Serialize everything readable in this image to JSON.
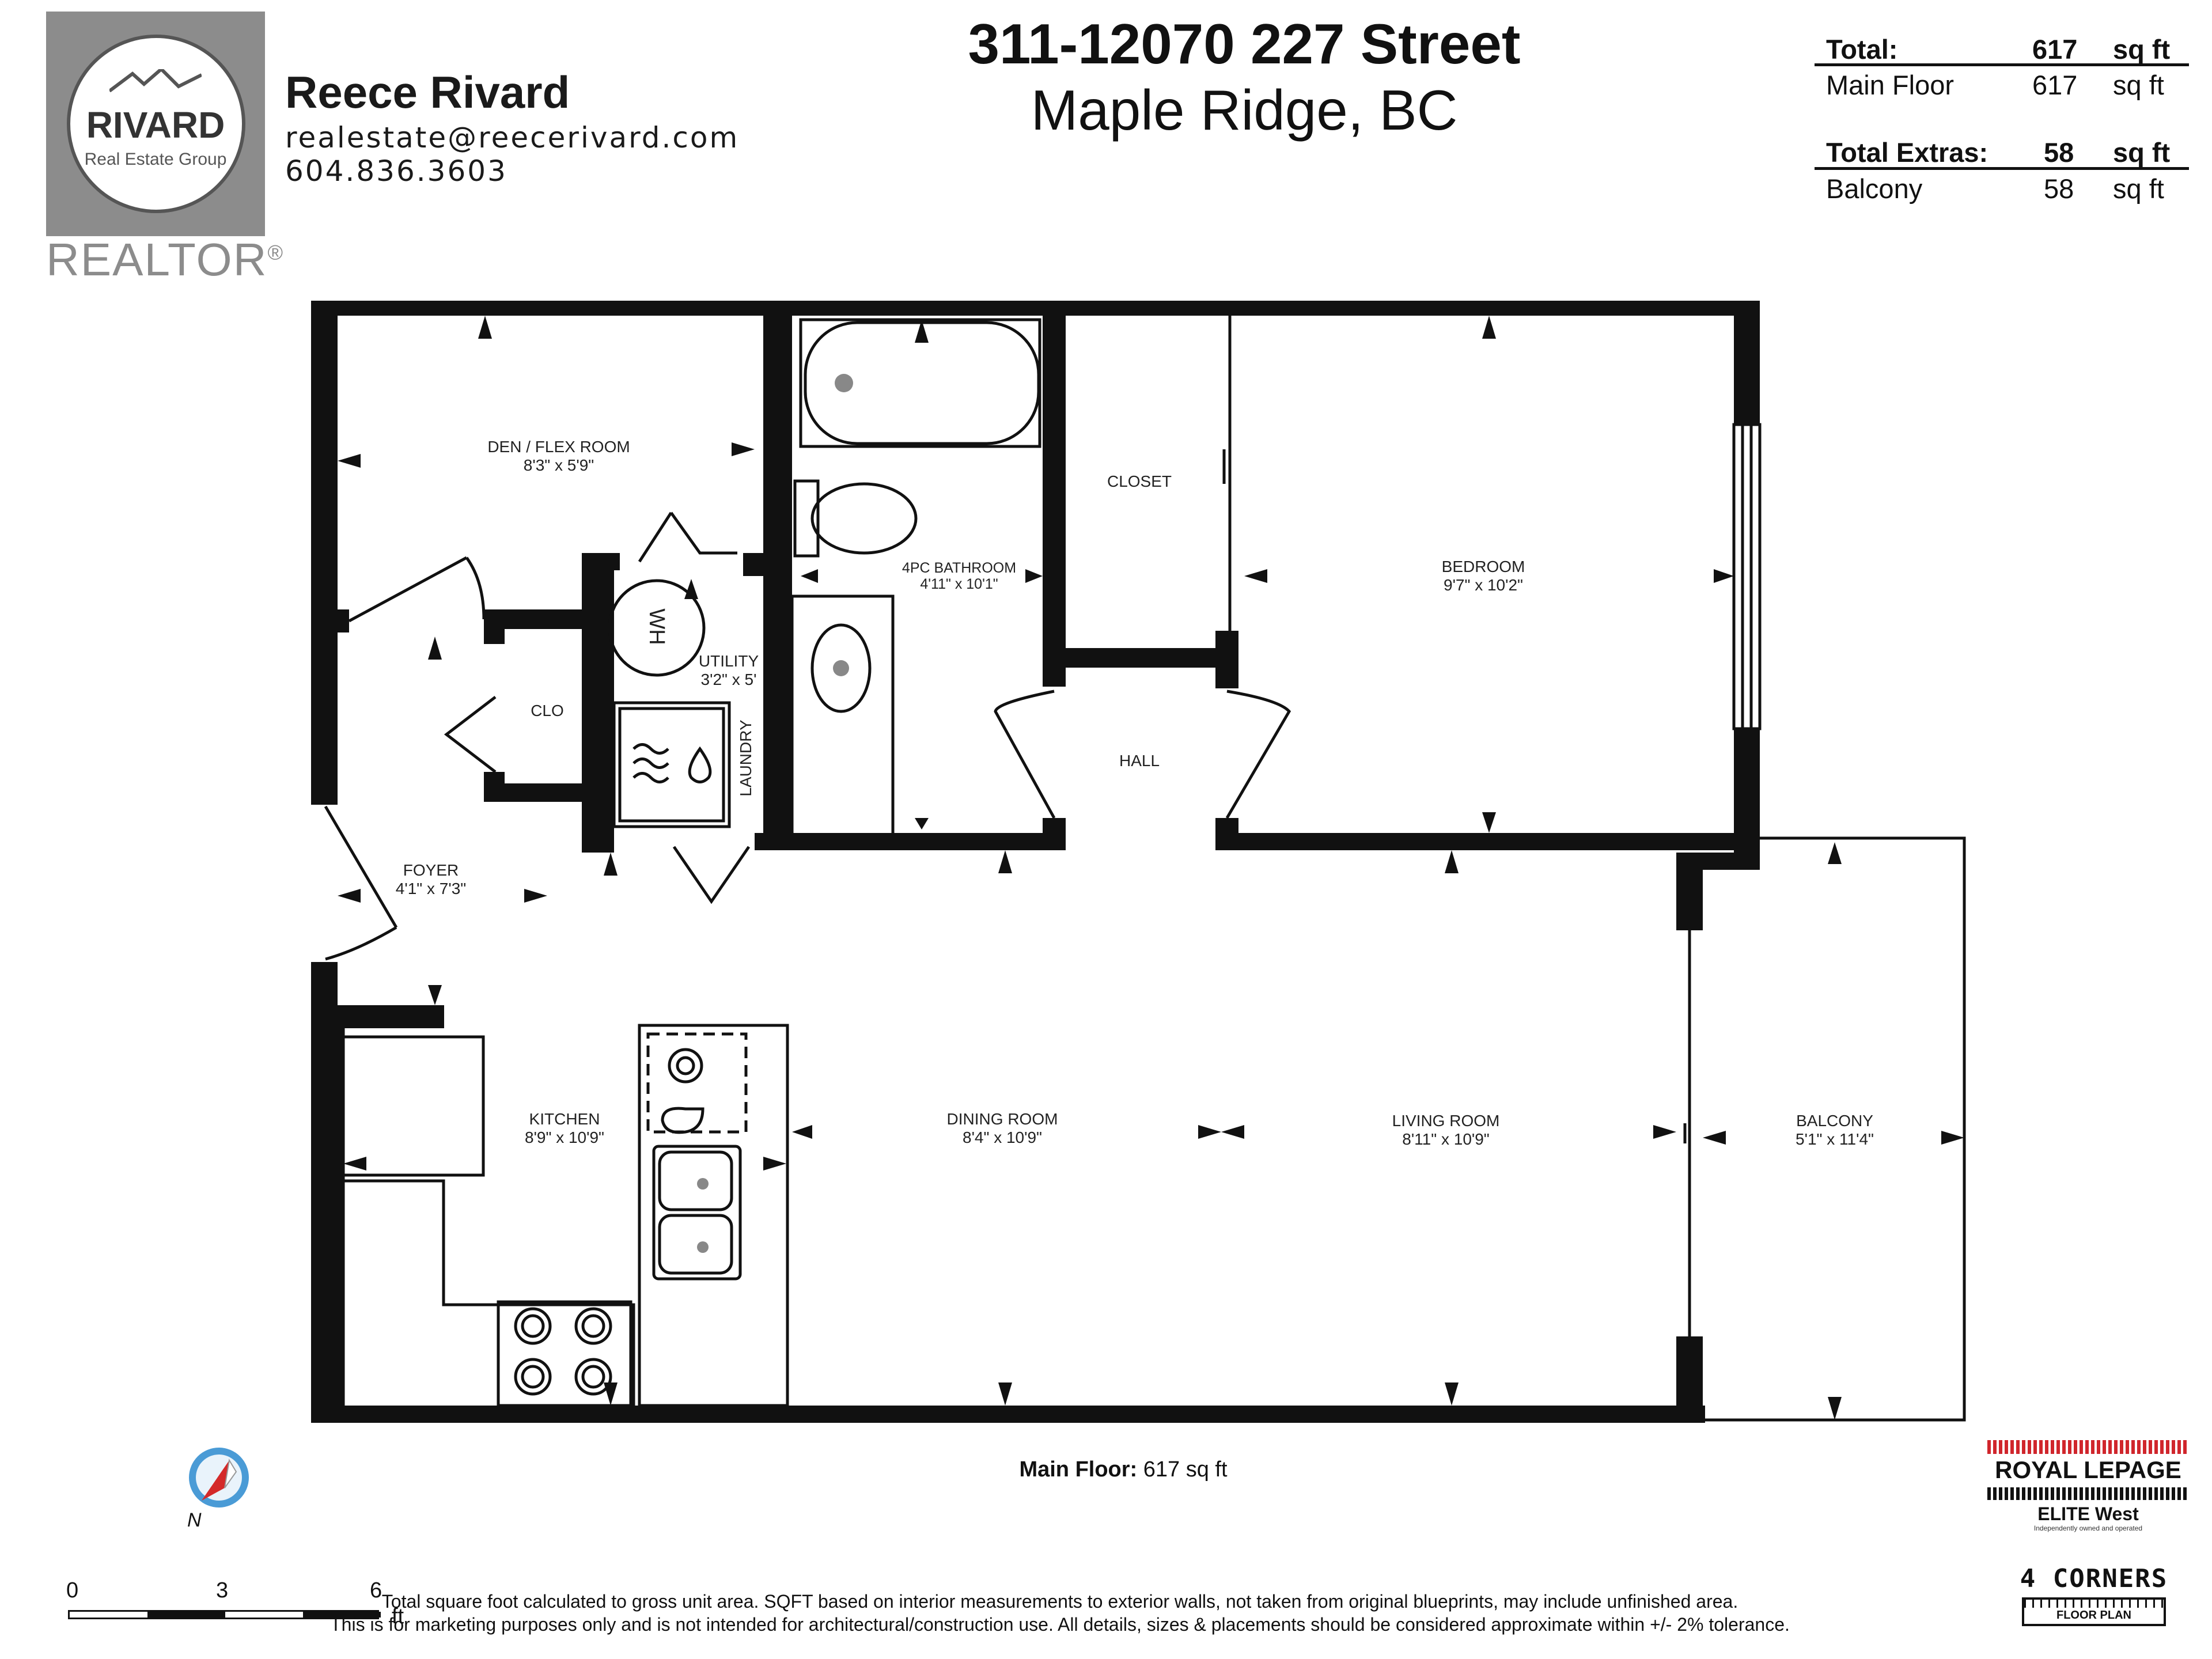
{
  "agent": {
    "logo_brand": "RIVARD",
    "logo_sub": "Real Estate Group",
    "realtor_mark": "REALTOR",
    "realtor_reg": "®",
    "name": "Reece Rivard",
    "email": "realestate@reecerivard.com",
    "phone": "604.836.3603"
  },
  "address": {
    "line1": "311-12070 227 Street",
    "line2": "Maple Ridge, BC"
  },
  "areas": {
    "total_label": "Total:",
    "total_value": "617",
    "total_unit": "sq ft",
    "main_label": "Main Floor",
    "main_value": "617",
    "main_unit": "sq ft",
    "extras_label": "Total Extras:",
    "extras_value": "58",
    "extras_unit": "sq ft",
    "balcony_label": "Balcony",
    "balcony_value": "58",
    "balcony_unit": "sq ft"
  },
  "rooms": {
    "den_name": "DEN / FLEX ROOM",
    "den_dim": "8'3\" x 5'9\"",
    "bath_name": "4PC BATHROOM",
    "bath_dim": "4'11\" x 10'1\"",
    "closet_name": "CLOSET",
    "bedroom_name": "BEDROOM",
    "bedroom_dim": "9'7\" x 10'2\"",
    "utility_name": "UTILITY",
    "utility_dim": "3'2\" x 5'",
    "wh_label": "WH",
    "clo_name": "CLO",
    "laundry_name": "LAUNDRY",
    "hall_name": "HALL",
    "foyer_name": "FOYER",
    "foyer_dim": "4'1\" x 7'3\"",
    "kitchen_name": "KITCHEN",
    "kitchen_dim": "8'9\" x 10'9\"",
    "dining_name": "DINING ROOM",
    "dining_dim": "8'4\" x 10'9\"",
    "living_name": "LIVING ROOM",
    "living_dim": "8'11\" x 10'9\"",
    "balcony_name": "BALCONY",
    "balcony_dim": "5'1\" x 11'4\""
  },
  "footer": {
    "floor_label": "Main Floor:",
    "floor_value": "617 sq ft",
    "compass_n": "N",
    "scale_0": "0",
    "scale_3": "3",
    "scale_6": "6",
    "scale_unit": "ft",
    "disclaimer1": "Total square foot calculated to gross unit area. SQFT based on interior measurements to exterior walls, not taken from original blueprints, may include unfinished area.",
    "disclaimer2": "This is for marketing purposes only and is not intended for architectural/construction use.  All details, sizes & placements should be considered approximate within +/- 2%  tolerance.",
    "brokerage_name": "ROYAL LEPAGE",
    "brokerage_branch": "ELITE West",
    "brokerage_tag": "Independently owned and operated",
    "maker_name": "4 CORNERS",
    "maker_sub": "FLOOR PLAN"
  },
  "colors": {
    "wall": "#111111",
    "compass_red": "#d42a2a",
    "compass_blue": "#4a9bd6",
    "brokerage_red": "#d0262c",
    "logo_gray": "#8c8c8c"
  }
}
